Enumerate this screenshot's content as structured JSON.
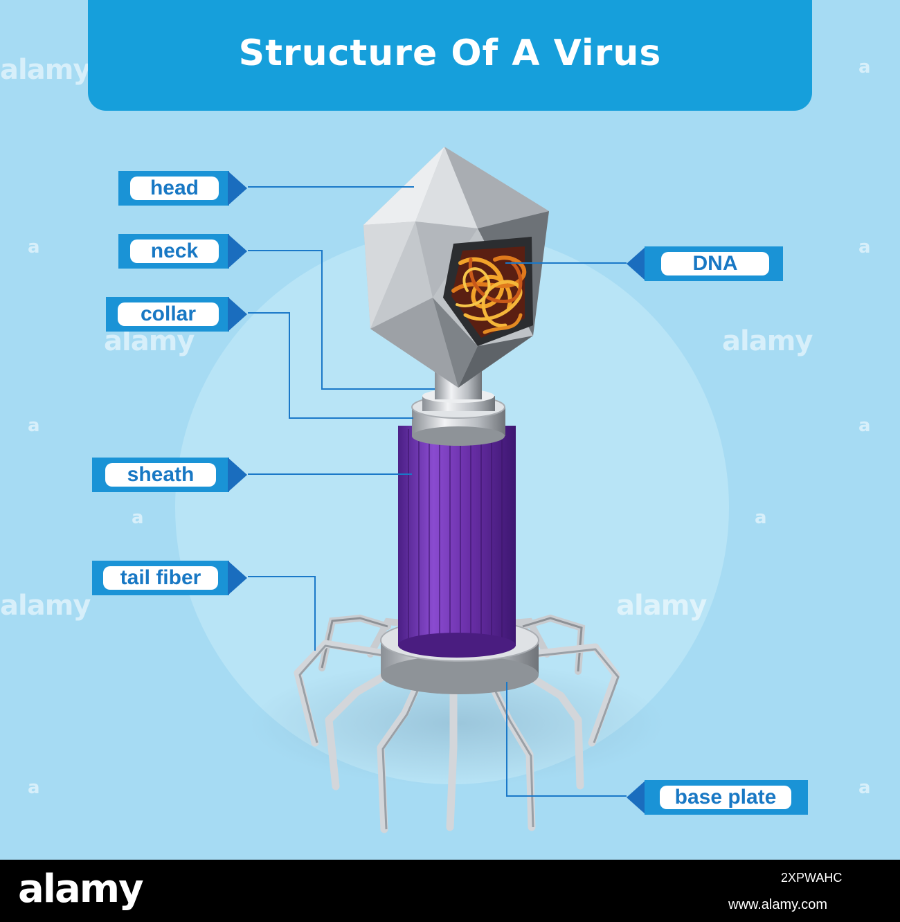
{
  "title": "Structure Of A Virus",
  "labels": {
    "head": "head",
    "neck": "neck",
    "collar": "collar",
    "sheath": "sheath",
    "tail_fiber": "tail fiber",
    "dna": "DNA",
    "base_plate": "base plate"
  },
  "watermark": {
    "text": "alamy",
    "short": "a"
  },
  "footer": {
    "logo": "alamy",
    "image_id": "2XPWAHC",
    "url": "www.alamy.com"
  },
  "colors": {
    "background": "#a6dbf3",
    "banner": "#169fdb",
    "tag": "#1a93d6",
    "label_text": "#1878c4",
    "sheath": "#6a2fa8",
    "dna": "#e07a1c"
  }
}
